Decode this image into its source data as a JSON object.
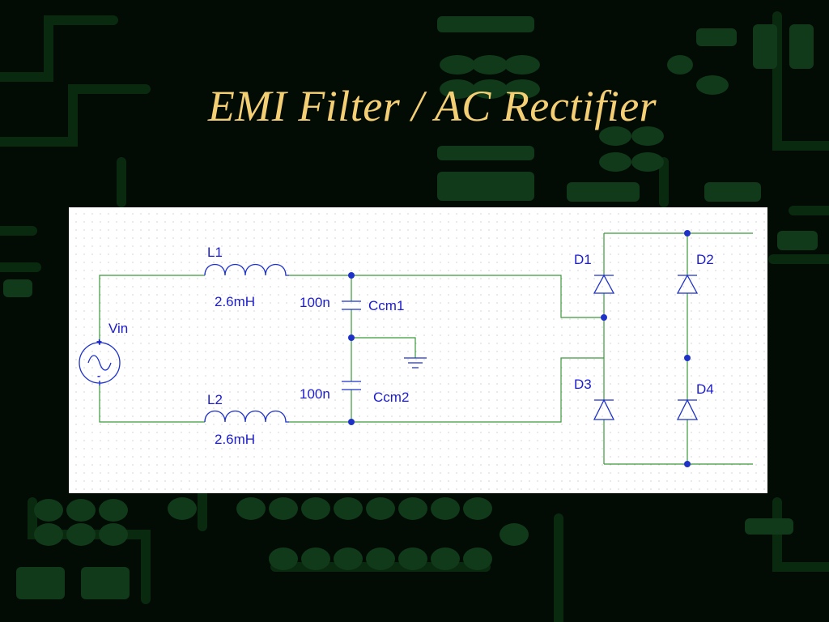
{
  "slide": {
    "title": "EMI Filter / AC Rectifier",
    "title_color": "#f5cf74",
    "background_color": "#020b04",
    "trace_color": "#0a2a10",
    "pad_color": "#103a1a"
  },
  "schematic": {
    "wire_color": "#3a9a3a",
    "component_color": "#1e32c8",
    "source": {
      "name": "Vin",
      "plus": "+",
      "minus": "-"
    },
    "inductors": [
      {
        "ref": "L1",
        "value": "2.6mH"
      },
      {
        "ref": "L2",
        "value": "2.6mH"
      }
    ],
    "capacitors": [
      {
        "ref": "Ccm1",
        "value": "100n"
      },
      {
        "ref": "Ccm2",
        "value": "100n"
      }
    ],
    "diodes": [
      {
        "ref": "D1"
      },
      {
        "ref": "D2"
      },
      {
        "ref": "D3"
      },
      {
        "ref": "D4"
      }
    ]
  }
}
